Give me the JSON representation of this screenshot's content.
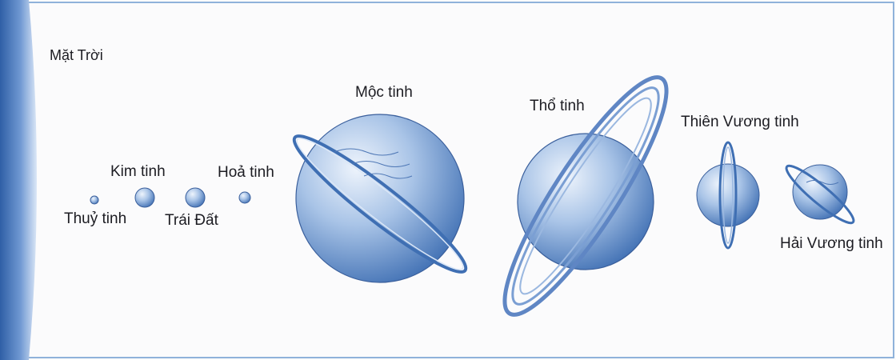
{
  "sun": {
    "label": "Mặt Trời"
  },
  "planets": [
    {
      "key": "mercury",
      "label": "Thuỷ tinh"
    },
    {
      "key": "venus",
      "label": "Kim tinh"
    },
    {
      "key": "earth",
      "label": "Trái Đất"
    },
    {
      "key": "mars",
      "label": "Hoả tinh"
    },
    {
      "key": "jupiter",
      "label": "Mộc tinh"
    },
    {
      "key": "saturn",
      "label": "Thổ tinh"
    },
    {
      "key": "uranus",
      "label": "Thiên Vương tinh"
    },
    {
      "key": "neptune",
      "label": "Hải Vương tinh"
    }
  ],
  "colors": {
    "planet_light": "#eef4fc",
    "planet_mid": "#9fbde3",
    "planet_dark": "#3f6fb3",
    "outline": "#3a5f9c",
    "frame": "#8fb2da"
  }
}
